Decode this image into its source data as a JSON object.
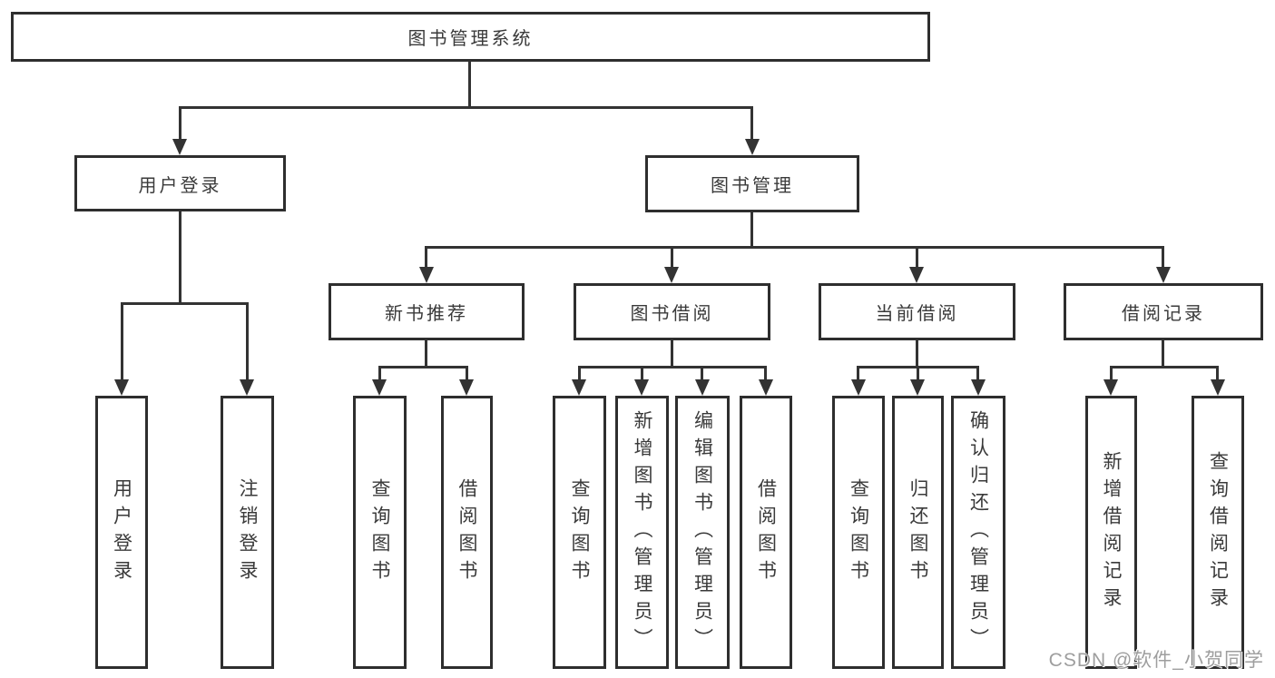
{
  "diagram": {
    "watermark": "CSDN @软件_小贺同学",
    "colors": {
      "line": "#333333",
      "box_border": "#2e2e2e",
      "box_bg": "#ffffff",
      "text": "#3a3a3a",
      "watermark": "#9e9e9e"
    }
  },
  "tree": {
    "label": "图书管理系统",
    "children": [
      {
        "label": "用户登录",
        "children": [
          {
            "label": "用户登录"
          },
          {
            "label": "注销登录"
          }
        ]
      },
      {
        "label": "图书管理",
        "children": [
          {
            "label": "新书推荐",
            "children": [
              {
                "label": "查询图书"
              },
              {
                "label": "借阅图书"
              }
            ]
          },
          {
            "label": "图书借阅",
            "children": [
              {
                "label": "查询图书"
              },
              {
                "label": "新增图书（管理员）"
              },
              {
                "label": "编辑图书（管理员）"
              },
              {
                "label": "借阅图书"
              }
            ]
          },
          {
            "label": "当前借阅",
            "children": [
              {
                "label": "查询图书"
              },
              {
                "label": "归还图书"
              },
              {
                "label": "确认归还（管理员）"
              }
            ]
          },
          {
            "label": "借阅记录",
            "children": [
              {
                "label": "新增借阅记录"
              },
              {
                "label": "查询借阅记录"
              }
            ]
          }
        ]
      }
    ]
  }
}
